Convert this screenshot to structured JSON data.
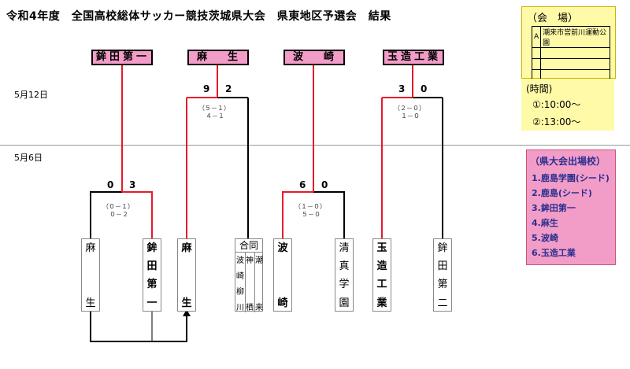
{
  "title": "令和4年度　全国高校総体サッカー競技茨城県大会　県東地区予選会　結果",
  "dates": {
    "round2": "5月12日",
    "round1": "5月6日"
  },
  "winners": [
    {
      "chars": [
        "鉾",
        "田",
        "第",
        "一"
      ]
    },
    {
      "chars": [
        "麻",
        "生"
      ]
    },
    {
      "chars": [
        "波",
        "崎"
      ]
    },
    {
      "chars": [
        "玉",
        "造",
        "工",
        "業"
      ]
    }
  ],
  "round1": [
    {
      "score_left": "0",
      "score_right": "3",
      "pk_line1": "（０－１）",
      "pk_line2": "０－２"
    },
    {
      "score_left": "6",
      "score_right": "0",
      "pk_line1": "（１－０）",
      "pk_line2": "５－０"
    }
  ],
  "round2": [
    {
      "score_left": "9",
      "score_right": "2",
      "pk_line1": "（５－１）",
      "pk_line2": "４－１"
    },
    {
      "score_left": "3",
      "score_right": "0",
      "pk_line1": "（２－０）",
      "pk_line2": "１－０"
    }
  ],
  "teams": {
    "t1": [
      "麻",
      "生"
    ],
    "t2": [
      "鉾",
      "田",
      "第",
      "一"
    ],
    "t3": [
      "麻",
      "生"
    ],
    "t4_header": "合同",
    "t4_col1": [
      "波",
      "崎",
      "柳",
      "川"
    ],
    "t4_col2": [
      "神",
      "栖"
    ],
    "t4_col3": [
      "潮",
      "来"
    ],
    "t5": [
      "波",
      "崎"
    ],
    "t6": [
      "清",
      "真",
      "学",
      "園"
    ],
    "t7": [
      "玉",
      "造",
      "工",
      "業"
    ],
    "t8": [
      "鉾",
      "田",
      "第",
      "二"
    ]
  },
  "venue": {
    "title": "（会　場）",
    "rows": [
      {
        "key": "A",
        "name": "潮来市営前川運動公園"
      },
      {
        "key": "",
        "name": ""
      },
      {
        "key": "",
        "name": ""
      },
      {
        "key": "",
        "name": ""
      }
    ]
  },
  "times": {
    "title": "(時間)",
    "t1": "①:10:00〜",
    "t2": "②:13:00〜"
  },
  "advancing": {
    "title": "（県大会出場校）",
    "items": [
      "1.鹿島学園(シード)",
      "2.鹿島(シード)",
      "3.鉾田第一",
      "4.麻生",
      "5.波崎",
      "6.玉造工業"
    ]
  },
  "colors": {
    "winner_line": "#e8192c",
    "loser_line": "#000000",
    "winner_box": "#f29cc8",
    "venue_bg": "#fffaa8"
  }
}
